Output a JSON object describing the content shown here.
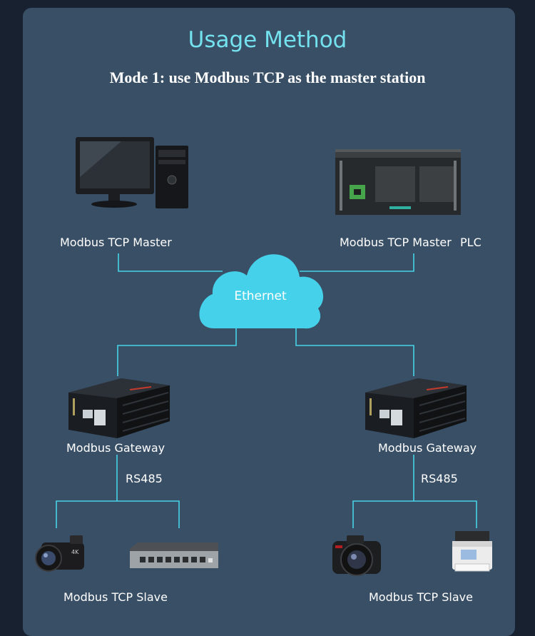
{
  "title": "Usage Method",
  "subtitle": "Mode 1: use Modbus TCP as the master station",
  "labels": {
    "pc": "Modbus TCP Master",
    "plc_master": "Modbus TCP Master",
    "plc": "PLC",
    "cloud": "Ethernet",
    "gateway_left": "Modbus Gateway",
    "gateway_right": "Modbus Gateway",
    "rs485_left": "RS485",
    "rs485_right": "RS485",
    "slave_left": "Modbus TCP Slave",
    "slave_right": "Modbus TCP Slave"
  },
  "colors": {
    "background": "#182130",
    "panel": "#394f66",
    "title": "#74e2ee",
    "wire": "#47d3e6",
    "cloud": "#46d1ea"
  },
  "icons": [
    "desktop-pc-icon",
    "plc-icon",
    "cloud-icon",
    "gateway-icon",
    "camcorder-icon",
    "network-switch-icon",
    "camera-icon",
    "printer-icon"
  ]
}
